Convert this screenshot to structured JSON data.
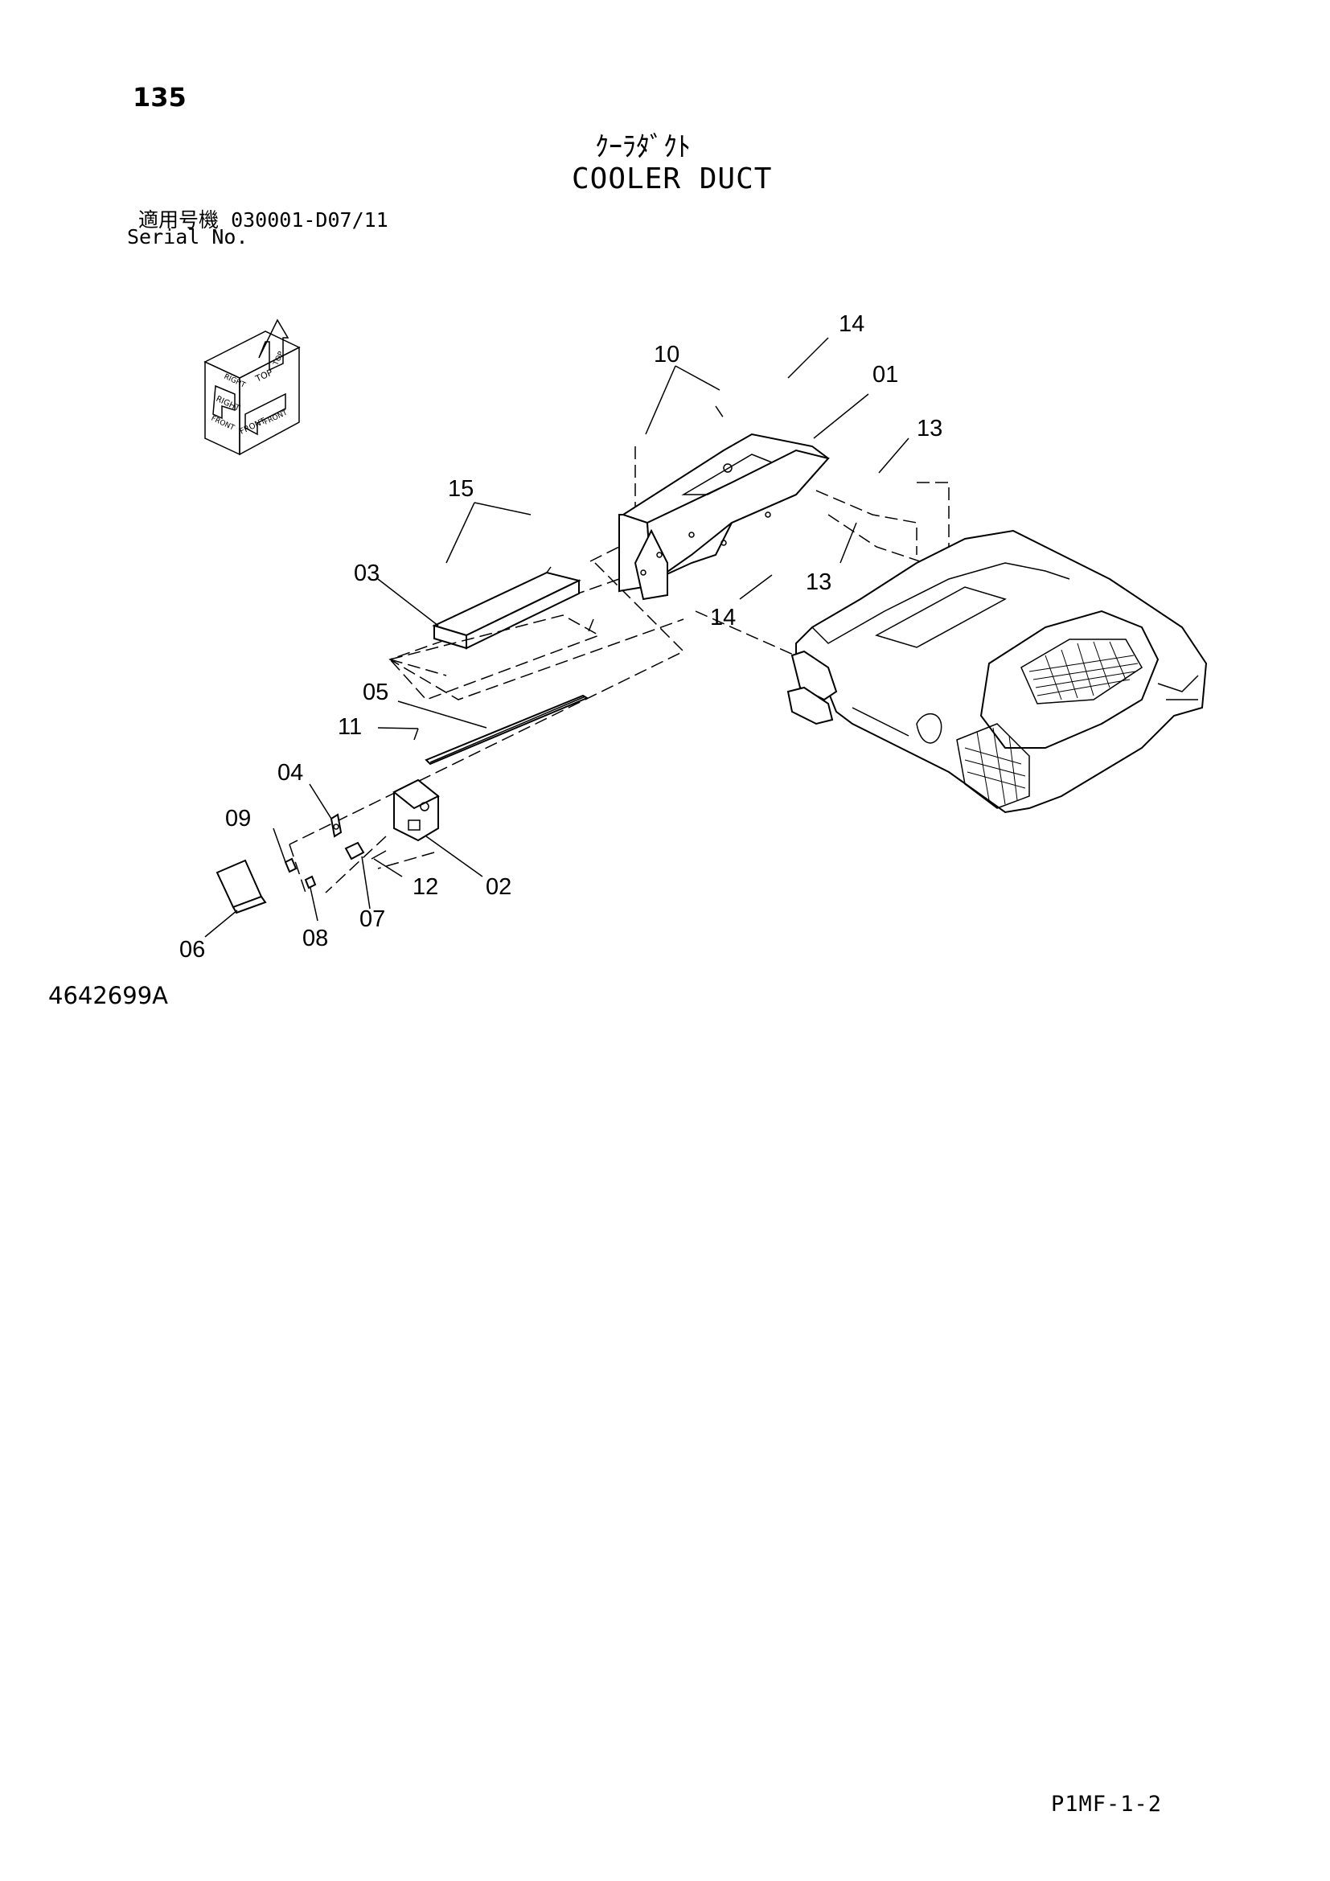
{
  "header": {
    "page_number": "135",
    "title_jp": "ｸｰﾗﾀﾞｸﾄ",
    "title_en": "COOLER DUCT",
    "serial_label_jp": "適用号機",
    "serial_value": "030001-D07/11",
    "serial_label_en": "Serial No."
  },
  "orientation_cube": {
    "labels": [
      "TOP",
      "RIGHT",
      "FRONT",
      "FRONT",
      "FRONT",
      "RIGHT",
      "TOP"
    ]
  },
  "callouts": [
    "14",
    "10",
    "01",
    "13",
    "15",
    "03",
    "13",
    "14",
    "05",
    "11",
    "04",
    "09",
    "12",
    "02",
    "07",
    "06",
    "08"
  ],
  "footer": {
    "drawing_number": "4642699A",
    "page_code": "P1MF-1-2"
  }
}
